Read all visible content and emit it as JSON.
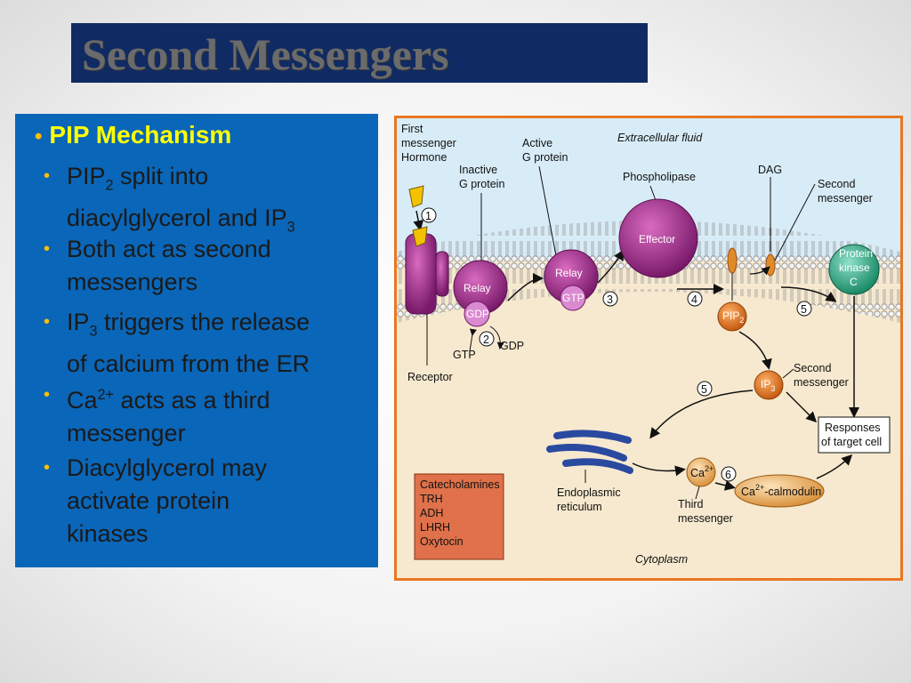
{
  "slide": {
    "title": "Second Messengers"
  },
  "bullets": {
    "main": "PIP Mechanism",
    "items": [
      {
        "pre": "PIP",
        "sub": "2",
        "post": " split into",
        "line2pre": "diacylglycerol and IP",
        "line2sub": "3"
      },
      {
        "line1": "Both act as second",
        "line2": "messengers"
      },
      {
        "pre": "IP",
        "sub": "3",
        "post": " triggers the release",
        "line2": "of calcium from the ER"
      },
      {
        "pre": "Ca",
        "sup": "2+",
        "post": " acts as a third",
        "line2": "messenger"
      },
      {
        "line1": "Diacylglycerol may",
        "line2": "activate protein",
        "line3": "kinases"
      }
    ]
  },
  "figure": {
    "first_messenger": "First",
    "first_messenger_2": "messenger",
    "hormone": "Hormone",
    "inactive_g": "Inactive",
    "inactive_g_2": "G protein",
    "active_g": "Active",
    "active_g_2": "G protein",
    "extracellular": "Extracellular fluid",
    "phospholipase": "Phospholipase",
    "dag": "DAG",
    "second_messenger": "Second",
    "second_messenger_2": "messenger",
    "effector": "Effector",
    "relay": "Relay",
    "gdp": "GDP",
    "gtp": "GTP",
    "pip": "PIP",
    "pip_sub": "2",
    "ip": "IP",
    "ip_sub": "3",
    "protein_kinase": "Protein",
    "protein_kinase_2": "kinase",
    "protein_kinase_3": "C",
    "receptor": "Receptor",
    "responses": "Responses",
    "responses_2": "of target cell",
    "er": "Endoplasmic",
    "er_2": "reticulum",
    "ca": "Ca",
    "ca_sup": "2+",
    "third": "Third",
    "third_2": "messenger",
    "calmodulin": "-calmodulin",
    "cytoplasm": "Cytoplasm",
    "steps": [
      "1",
      "2",
      "3",
      "4",
      "5",
      "5",
      "6"
    ],
    "hormones_list": [
      "Catecholamines",
      "TRH",
      "ADH",
      "LHRH",
      "Oxytocin"
    ]
  }
}
